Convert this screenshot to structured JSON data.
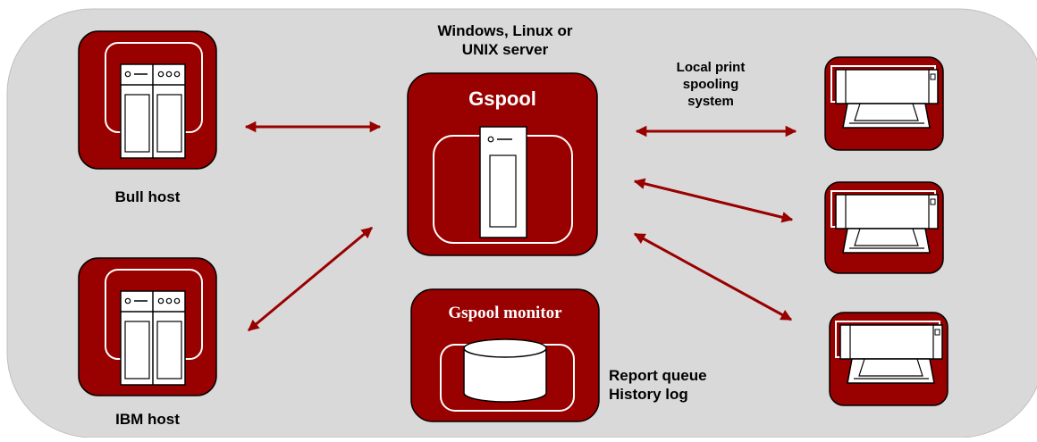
{
  "diagram": {
    "server_caption": "Windows, Linux or\nUNIX server",
    "gspool_title": "Gspool",
    "monitor_title": "Gspool monitor",
    "spool_caption": "Local print\nspooling\nsystem",
    "bull_host_label": "Bull host",
    "ibm_host_label": "IBM host",
    "queue_caption": "Report queue\nHistory log"
  },
  "colors": {
    "panel": "#d9d9d9",
    "accent": "#990000",
    "outline": "#000000",
    "inner": "#ffffff"
  },
  "icons": {
    "host": "mainframe-icon",
    "server": "server-tower-icon",
    "database": "database-icon",
    "printer": "printer-icon",
    "arrow": "double-arrow-icon"
  }
}
